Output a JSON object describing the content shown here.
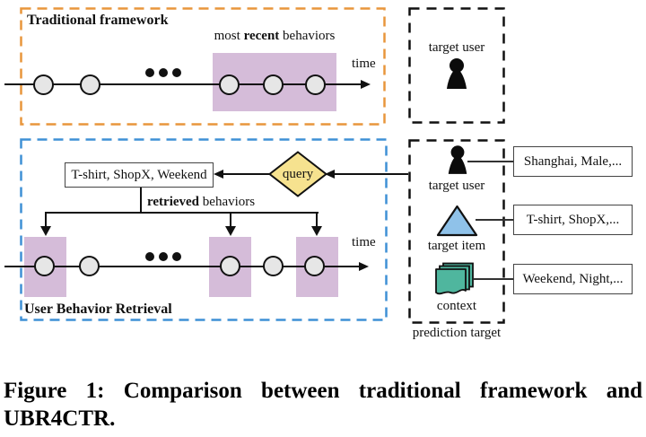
{
  "traditional": {
    "title": "Traditional framework",
    "recent_pre": "most ",
    "recent_bold": "recent",
    "recent_post": " behaviors",
    "time": "time"
  },
  "retrieval": {
    "title": "User Behavior Retrieval",
    "query_result": "T-shirt, ShopX, Weekend",
    "query": "query",
    "retrieved_bold": "retrieved",
    "retrieved_post": " behaviors",
    "time": "time"
  },
  "target_user_panel": {
    "label": "target user"
  },
  "prediction_panel": {
    "user_label": "target user",
    "item_label": "target item",
    "context_label": "context",
    "panel_label": "prediction target",
    "user_features": "Shanghai, Male,...",
    "item_features": "T-shirt, ShopX,...",
    "context_features": "Weekend, Night,..."
  },
  "icons": {
    "user": "person-icon",
    "item": "triangle-icon",
    "context": "stacked-pages-icon"
  },
  "colors": {
    "traditional_border": "#E8963C",
    "retrieval_border": "#3F90D5",
    "panel_border": "#111111",
    "highlight_purple": "#D5BCD9",
    "query_yellow": "#F6E28F",
    "item_blue": "#8FC2E9",
    "context_teal": "#4FB69E",
    "node_gray": "#E6E6E6"
  },
  "caption": {
    "line1": "Figure 1: Comparison between traditional framework and",
    "line2": "UBR4CTR."
  }
}
